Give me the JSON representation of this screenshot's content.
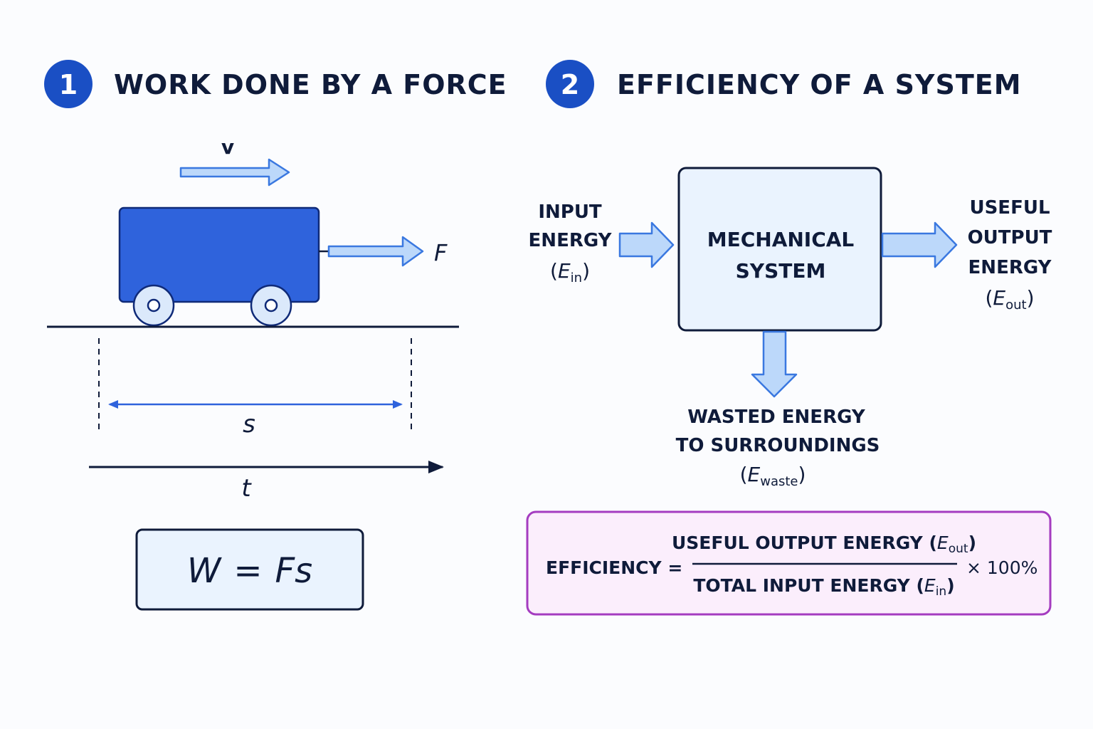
{
  "section1": {
    "number": "1",
    "title": "WORK DONE BY A FORCE",
    "velocity_label": "v",
    "force_label": "F",
    "displacement_label": "s",
    "time_label": "t",
    "equation_lhs": "W",
    "equation_eq": "=",
    "equation_rhs": "Fs"
  },
  "section2": {
    "number": "2",
    "title": "EFFICIENCY OF A SYSTEM",
    "input": {
      "line1": "INPUT",
      "line2": "ENERGY",
      "sym": "E",
      "sub": "in"
    },
    "system": {
      "line1": "MECHANICAL",
      "line2": "SYSTEM"
    },
    "output": {
      "line1": "USEFUL",
      "line2": "OUTPUT",
      "line3": "ENERGY",
      "sym": "E",
      "sub": "out"
    },
    "waste": {
      "line1": "WASTED ENERGY",
      "line2": "TO SURROUNDINGS",
      "sym": "E",
      "sub": "waste"
    },
    "formula": {
      "lhs": "EFFICIENCY =",
      "numerator": "USEFUL OUTPUT ENERGY (",
      "numerator_sym": "E",
      "numerator_sub": "out",
      "denominator": "TOTAL INPUT ENERGY (",
      "denominator_sym": "E",
      "denominator_sub": "in",
      "close": ")",
      "multiplier": "× 100%"
    }
  },
  "colors": {
    "badge": "#1a4fc4",
    "cart": "#2f63dc",
    "arrow_fill": "#bcd8fa",
    "arrow_stroke": "#3a78e0",
    "box_fill": "#eaf3fe",
    "formula_border": "#a43cc0",
    "formula_fill": "#fbeefc",
    "ink": "#0f1b3a"
  }
}
